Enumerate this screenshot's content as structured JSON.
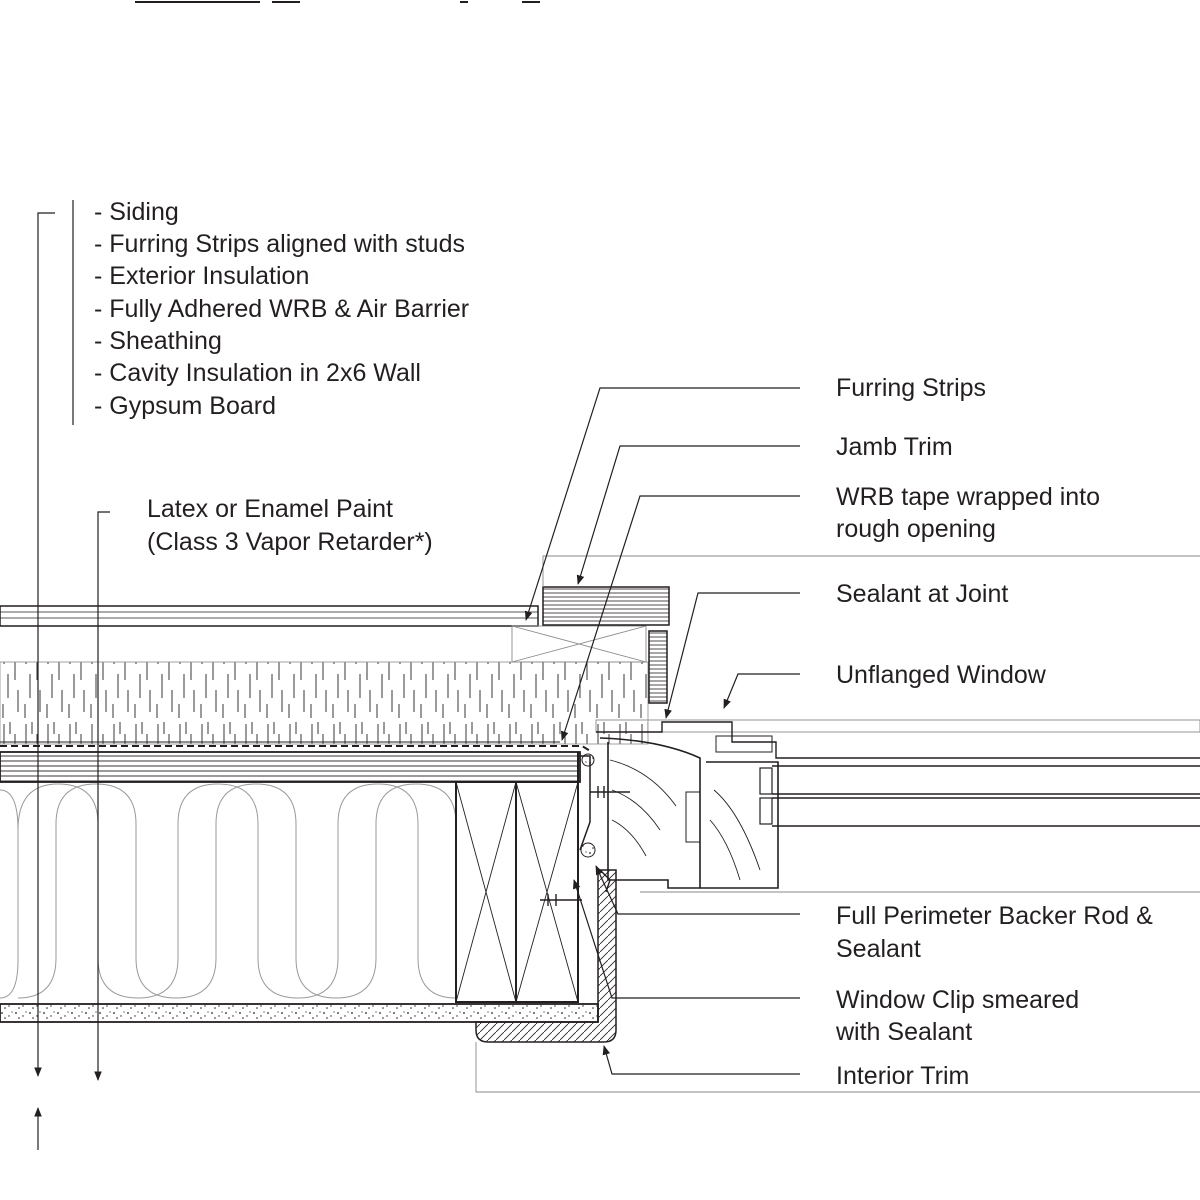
{
  "assembly_list": {
    "items": [
      "- Siding",
      "- Furring Strips aligned with studs",
      "- Exterior Insulation",
      "- Fully Adhered WRB & Air Barrier",
      "- Sheathing",
      "- Cavity Insulation in 2x6 Wall",
      "- Gypsum Board"
    ]
  },
  "paint_note": {
    "line1": "Latex or Enamel Paint",
    "line2": "(Class 3 Vapor Retarder*)"
  },
  "callouts": {
    "furring_strips": "Furring Strips",
    "jamb_trim": "Jamb Trim",
    "wrb_tape_line1": "WRB tape wrapped into",
    "wrb_tape_line2": "rough opening",
    "sealant_joint": "Sealant at Joint",
    "unflanged_window": "Unflanged Window",
    "backer_rod_line1": "Full Perimeter Backer Rod &",
    "backer_rod_line2": "Sealant",
    "window_clip_line1": "Window Clip smeared",
    "window_clip_line2": "with Sealant",
    "interior_trim": "Interior Trim"
  },
  "colors": {
    "ink": "#231f20",
    "light_line": "#8a8a8a",
    "background": "#ffffff"
  }
}
